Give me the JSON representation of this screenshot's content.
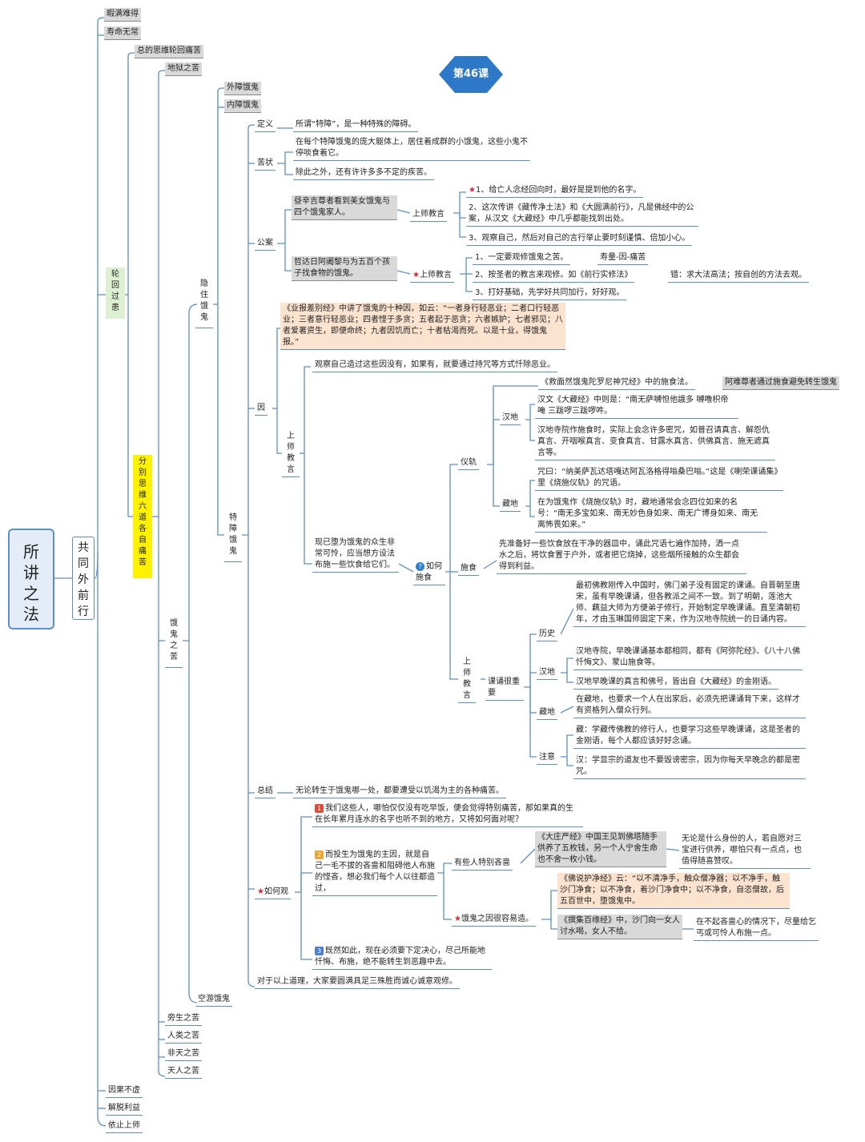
{
  "badge": {
    "lesson": "第46课",
    "color": "#2e79c7"
  },
  "root": {
    "label": "所讲之法"
  },
  "level1": {
    "label": "共同外前行"
  },
  "top_items": [
    "暇满难得",
    "寿命无常"
  ],
  "bottom_items": [
    "因果不虚",
    "解脱利益",
    "依止上师"
  ],
  "lunhui": {
    "label": "轮回过患",
    "zong": "总的思维轮回痛苦",
    "fenbie": "分别思维六道各自痛苦",
    "diyu": "地狱之苦",
    "egui": "饿鬼之苦",
    "others": [
      "旁生之苦",
      "人类之苦",
      "非天之苦",
      "天人之苦"
    ]
  },
  "yinzhu": {
    "label": "隐住饿鬼",
    "waizhang": "外障饿鬼",
    "neizhang": "内障饿鬼",
    "kongyou": "空游饿鬼",
    "tezhang": "特障饿鬼"
  },
  "tezhang": {
    "dingyi": {
      "label": "定义",
      "text": "所谓“特障”，是一种特殊的障碍。"
    },
    "kuzhuang": {
      "label": "苦状",
      "items": [
        "在每个特障饿鬼的庞大躯体上，居住着成群的小饿鬼，这些小鬼不停啖食着它。",
        "除此之外，还有许许多多不定的疾苦。"
      ]
    },
    "gongan": {
      "label": "公案",
      "case1": {
        "text": "昼辛吉尊者看到美女饿鬼与四个饿鬼家人。",
        "teach_label": "上师教言",
        "teachings": [
          "1、给亡人念经回向时，最好是提到他的名字。",
          "2、这次传讲《藏传净土法》和《大圆满前行》，凡是佛经中的公案，从汉文《大藏经》中几乎都能找到出处。",
          "3、观察自己，然后对自己的言行举止要时刻谨慎、倍加小心。"
        ]
      },
      "case2": {
        "text": "哲达日阿阇黎与为五百个孩子找食物的饿鬼。",
        "teach_label": "上师教言",
        "teachings": [
          "1、一定要观修饿鬼之苦。",
          "2、按圣者的教言来观修。如《前行实修法》",
          "3、打好基础，先学好共同加行，好好观。"
        ],
        "note1": "寿量-因-痛苦",
        "note2": "错：求大法高法；按自创的方法去观。"
      }
    },
    "yin": {
      "label": "因",
      "quote": "《业报差别经》中讲了饿鬼的十种因，如云：“一者身行轻恶业；二者口行轻恶业；三者意行轻恶业；四者悭于多贪；五者起于恶贪；六者嫉妒；七者邪见；八者爱著资生，即便命终；九者因饥而亡；十者枯渴而死。以是十业，得饿鬼报。”",
      "teach_label": "上师教言",
      "observe": "观察自己造过这些因没有，如果有，就要通过持咒等方式忏除恶业。",
      "shishi_intro": "现已堕为饿鬼的众生非常可怜，应当想方设法布施一些饮食给它们。",
      "how_label": "如何施食",
      "yigui": {
        "label": "仪轨",
        "top": "《救面然饿鬼陀罗尼神咒经》中的施食法。",
        "top_note": "阿难尊者通过施食避免转生饿鬼",
        "han_label": "汉地",
        "han": [
          "汉文《大藏经》中则是：“南无萨嚩怛他誐多 嚩噜枳帝 唵 三跋啰三跋啰吽。",
          "汉地寺院作施食时，实际上会念许多密咒，如普召请真言、解怨仇真言、开咽喉真言、变食真言、甘露水真言、供佛真言、施无遮真言等。"
        ],
        "zang_label": "藏地",
        "zang": [
          "咒曰：“纳美萨瓦达塔嘎达阿瓦洛格得嗡桑巴嗡。”这是《喇荣课诵集》里《烧施仪轨》的咒语。",
          "在为饿鬼作《烧施仪轨》时，藏地通常会念四位如来的名号：“南无多宝如来、南无妙色身如来、南无广博身如来、南无离怖畏如来。”"
        ]
      },
      "shishi": {
        "label": "施食",
        "text": "先准备好一些饮食放在干净的器皿中，诵此咒语七遍作加持，洒一点水之后，将饮食置于户外，或者把它烧掉，这些烟所接触的众生都会得到利益。"
      },
      "teach2": {
        "label": "上师教言",
        "important": "课诵很重要",
        "lishi_label": "历史",
        "lishi": "最初佛教刚传入中国时，佛门弟子没有固定的课诵。自晋朝至唐宋，虽有早晚课诵，但各教派之间不一致。到了明朝，莲池大师、藕益大师为方便弟子修行，开始制定早晚课诵。直至清朝初年，才由玉琳国师固定下来，作为汉地寺院统一的日诵内容。",
        "han_label": "汉地",
        "han": [
          "汉地寺院，早晚课诵基本都相同，都有《阿弥陀经》、《八十八佛忏悔文》、蒙山施食等。",
          "汉地早晚课的真言和佛号，皆出自《大藏经》的金刚语。"
        ],
        "zang_label": "藏地",
        "zang": "在藏地，也要求一个人在出家后，必须先把课诵背下来，这样才有资格列入僧众行列。",
        "zhuyi_label": "注意",
        "zhuyi": [
          "藏：学藏传佛教的修行人，也要学习这些早晚课诵，这是圣者的金刚语，每个人都应该好好念诵。",
          "汉：学显宗的道友也不要毁谤密宗，因为你每天早晚念的都是密咒。"
        ]
      }
    },
    "zongjie": {
      "label": "总结",
      "text": "无论转生于饿鬼哪一处，都要遭受以饥渴为主的各种痛苦。"
    },
    "ruheguan": {
      "label": "如何观",
      "p1": "我们这些人，哪怕仅仅没有吃早饭，便会觉得特别痛苦，那如果真的生在长年累月连水的名字也听不到的地方，又将如何面对呢？",
      "p2": "而投生为饿鬼的主因，就是自己一毛不拔的吝啬和阻碍他人布施的悭吝，想必我们每个人以往都造过，",
      "p2_a_label": "有些人特别吝啬",
      "p2_a_quote": "《大庄严经》中国王见到佛塔随手供养了五枚钱，另一个人宁舍生命也不舍一枚小钱。",
      "p2_a_note": "无论是什么身份的人，若自愿对三宝进行供养，哪怕只有一点点，也值得随喜赞叹。",
      "p2_b_label": "饿鬼之因很容易造。",
      "p2_b_quote1": "《佛说护净经》云：“以不清净手，触众僧净器；以不净手，触沙门净食；以不净食，着沙门净食中；以不净食，自恣僧故，后五百世中，堕饿鬼中。",
      "p2_b_quote2": "《撰集百缘经》中，沙门向一女人讨水喝，女人不给。",
      "p2_b_note": "在不起吝啬心的情况下，尽量给乞丐或可怜人布施一点。",
      "p3": "既然如此，现在必须要下定决心，尽己所能地忏悔、布施，绝不能转生到恶趣中去。",
      "final": "对于以上道理，大家要圆满具足三殊胜而诚心诚意观修。"
    }
  }
}
